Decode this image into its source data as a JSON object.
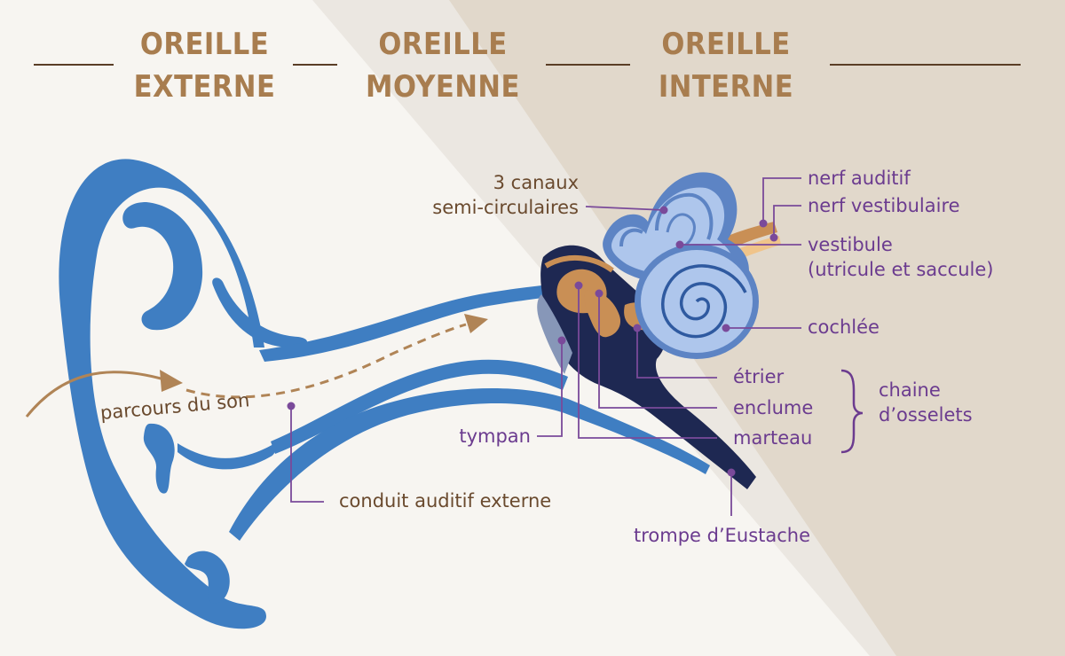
{
  "colors": {
    "background_left": "#f7f5f1",
    "background_middle": "#ebe7e1",
    "background_right": "#e1d8cb",
    "ear_blue": "#3f7ec2",
    "inner_ear_light": "#aec6ec",
    "inner_ear_dark": "#5d84c4",
    "bone_tan": "#c98f55",
    "cavity_navy": "#1e2852",
    "heading_brown": "#a87d4f",
    "label_purple": "#6b3b8f",
    "leader_purple": "#7a4a9a",
    "text_brown": "#6a4a2e"
  },
  "headings": {
    "outer": {
      "line1": "OREILLE",
      "line2": "EXTERNE"
    },
    "middle": {
      "line1": "OREILLE",
      "line2": "MOYENNE"
    },
    "inner": {
      "line1": "OREILLE",
      "line2": "INTERNE"
    }
  },
  "labels": {
    "canaux": {
      "line1": "3 canaux",
      "line2": "semi-circulaires"
    },
    "nerf_auditif": "nerf auditif",
    "nerf_vestibulaire": "nerf vestibulaire",
    "vestibule": {
      "line1": "vestibule",
      "line2": "(utricule et saccule)"
    },
    "cochlee": "cochlée",
    "etrier": "étrier",
    "enclume": "enclume",
    "marteau": "marteau",
    "osselets": {
      "line1": "chaine",
      "line2": "d’osselets"
    },
    "tympan": "tympan",
    "trompe": "trompe d’Eustache",
    "conduit": "conduit auditif externe",
    "parcours": "parcours du son"
  }
}
